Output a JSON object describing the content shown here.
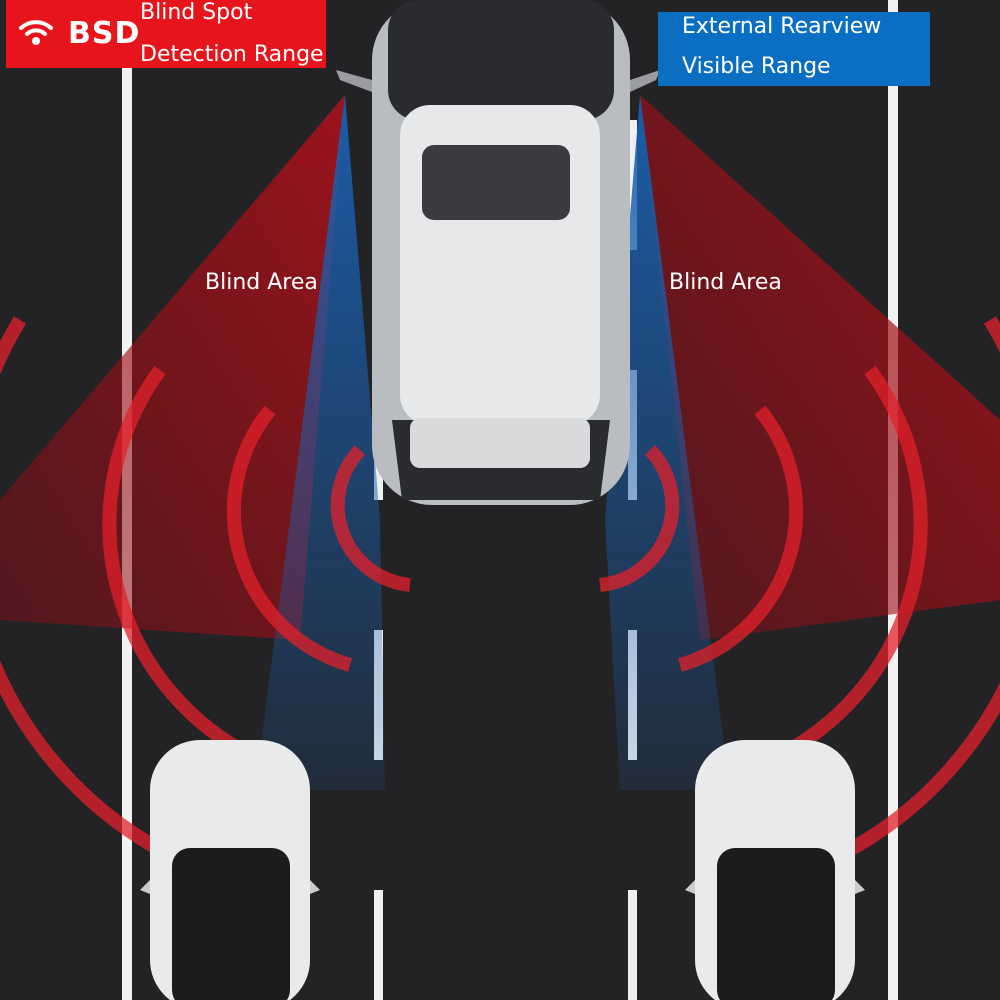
{
  "badge": {
    "icon": "wifi-icon",
    "code": "BSD",
    "line1": "Blind Spot",
    "line2": "Detection Range",
    "color": "#e8141b"
  },
  "rearview": {
    "line1": "External Rearview",
    "line2": "Visible Range",
    "color": "#0a6fc2"
  },
  "areas": {
    "left": "Blind Area",
    "right": "Blind Area"
  }
}
